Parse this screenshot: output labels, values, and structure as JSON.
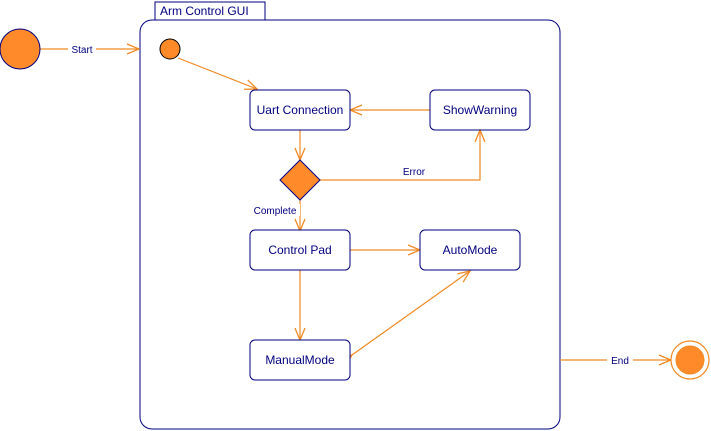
{
  "diagram": {
    "frame_title": "Arm Control GUI",
    "states": {
      "uart": "Uart Connection",
      "show_warning": "ShowWarning",
      "control_pad": "Control Pad",
      "auto_mode": "AutoMode",
      "manual_mode": "ManualMode"
    },
    "transitions": {
      "start": "Start",
      "error": "Error",
      "complete": "Complete",
      "end": "End"
    },
    "colors": {
      "outline": "#00007f",
      "node_fill": "#ff8a2a",
      "arrow": "#f08a24",
      "text": "#00007f",
      "background": "#ffffff"
    }
  }
}
